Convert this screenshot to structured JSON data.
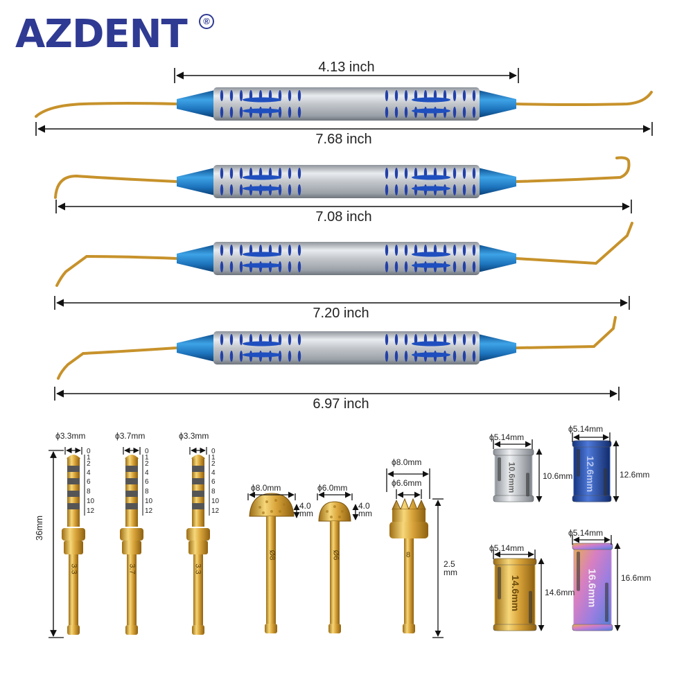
{
  "brand": {
    "name": "AZDENT",
    "registered_mark": "®"
  },
  "instruments": {
    "handle_length": "4.13 inch",
    "lengths": [
      "7.68 inch",
      "7.08 inch",
      "7.20 inch",
      "6.97 inch"
    ]
  },
  "drills": {
    "overall_length": "36mm",
    "items": [
      {
        "diameter": "ϕ3.3mm",
        "marking": "3.3"
      },
      {
        "diameter": "ϕ3.7mm",
        "marking": "3.7"
      },
      {
        "diameter": "ϕ3.3mm",
        "marking": "3.3"
      }
    ],
    "depth_scale": [
      "0",
      "1",
      "2",
      "4",
      "6",
      "8",
      "10",
      "12"
    ]
  },
  "burs": {
    "items": [
      {
        "diameter": "ϕ8.0mm",
        "depth": "4.0 mm",
        "marking": "Ø8"
      },
      {
        "diameter": "ϕ6.0mm",
        "depth": "4.0 mm",
        "marking": "Ø6"
      }
    ],
    "trephine": {
      "outer": "ϕ8.0mm",
      "inner": "ϕ6.6mm",
      "depth": "2.5 mm",
      "marking": "8"
    }
  },
  "sleeves": [
    {
      "diameter": "ϕ5.14mm",
      "length": "10.6mm",
      "engraving": "10.6mm",
      "color": "#c9ccd2"
    },
    {
      "diameter": "ϕ5.14mm",
      "length": "12.6mm",
      "engraving": "12.6mm",
      "color": "#2d55b8"
    },
    {
      "diameter": "ϕ5.14mm",
      "length": "14.6mm",
      "engraving": "14.6mm",
      "color": "#e0b84a"
    },
    {
      "diameter": "ϕ5.14mm",
      "length": "16.6mm",
      "engraving": "16.6mm",
      "color": "#c98bd6"
    }
  ],
  "colors": {
    "brand": "#2f3a93",
    "gold": "#d9a43a",
    "handle_blue": "#1f7fc4",
    "steel": "#c3c7cc"
  }
}
